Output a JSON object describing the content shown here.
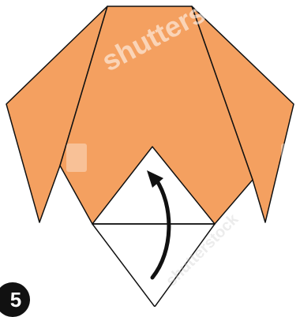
{
  "step": {
    "number": "5"
  },
  "colors": {
    "paper_orange": "#f4a060",
    "paper_white": "#ffffff",
    "outline": "#111111",
    "arrow": "#111111"
  },
  "watermark": {
    "text_top": "shutterstock",
    "text_bottom": "shutterstock"
  },
  "icons": [
    "fold-arrow-icon",
    "watermark-logo-icon"
  ]
}
